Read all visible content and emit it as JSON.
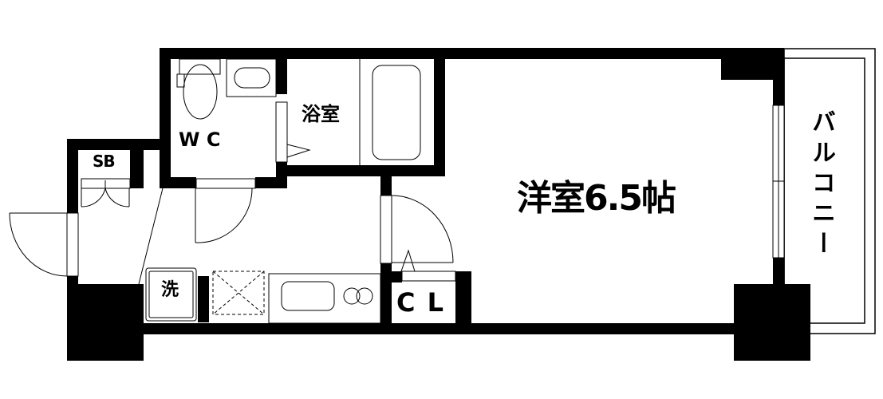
{
  "floor_plan": {
    "main_room": {
      "label": "洋室6.5帖",
      "type": "Western-style room",
      "size_jo": 6.5
    },
    "rooms": [
      {
        "id": "wc",
        "label": "W C"
      },
      {
        "id": "bathroom",
        "label": "浴室"
      },
      {
        "id": "shoe_box",
        "label": "SB"
      },
      {
        "id": "washer",
        "label": "洗"
      },
      {
        "id": "closet",
        "label": "C L"
      },
      {
        "id": "balcony",
        "label": "バルコニー"
      }
    ],
    "colors": {
      "wall": "#000000",
      "background": "#ffffff",
      "line": "#000000"
    }
  }
}
